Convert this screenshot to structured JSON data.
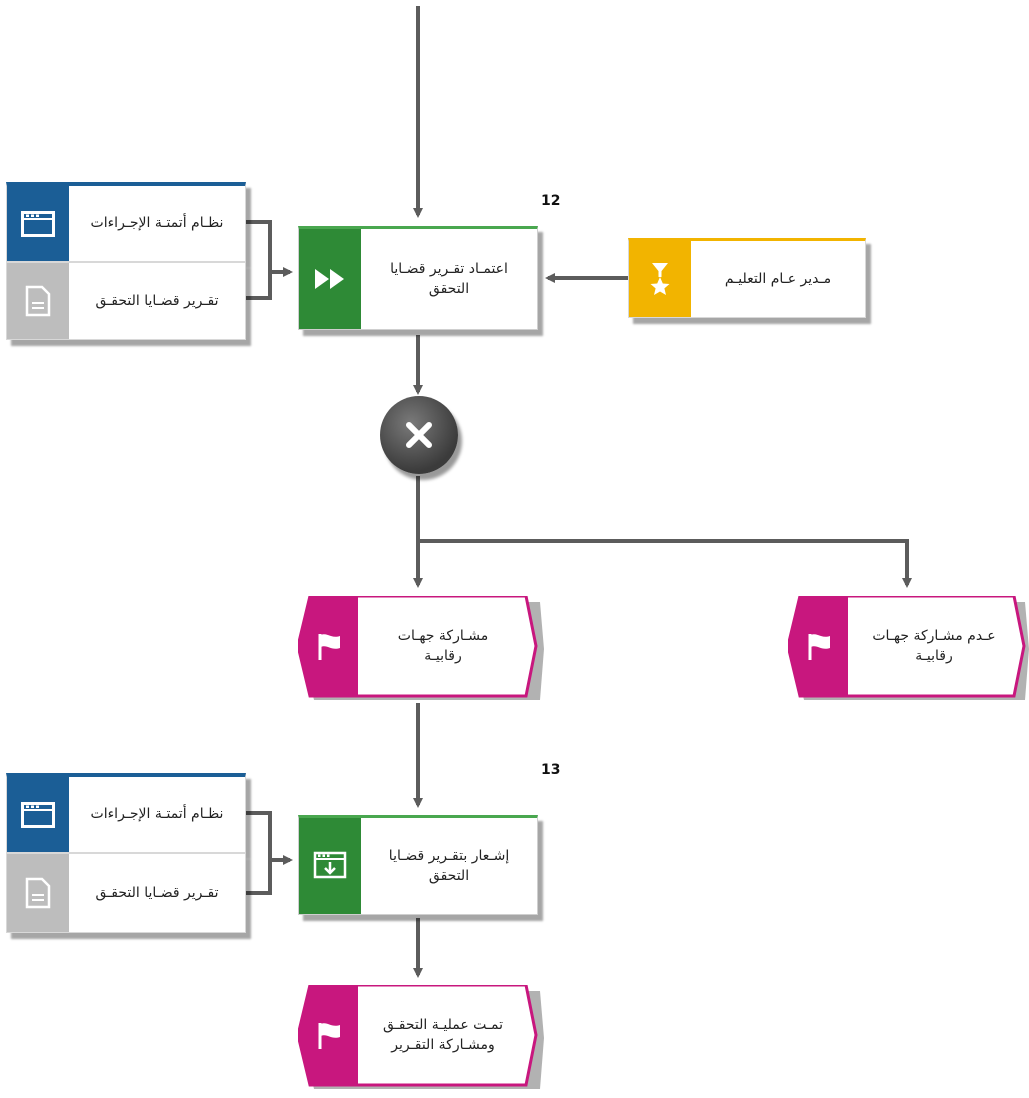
{
  "steps": {
    "step12": "12",
    "step13": "13"
  },
  "systems_top": {
    "system_label": "نظـام أتمتـة الإجـراءات",
    "document_label": "تقـرير قضـايا التحقـق"
  },
  "systems_bottom": {
    "system_label": "نظـام أتمتـة الإجـراءات",
    "document_label": "تقـرير قضـايا التحقـق"
  },
  "functions": {
    "approve_line1": "اعتمـاد تقـرير قضـايا",
    "approve_line2": "التحقق",
    "notify_line1": "إشـعار بتقـرير قضـايا",
    "notify_line2": "التحقق"
  },
  "role": {
    "label": "مـدير عـام التعليـم"
  },
  "events": {
    "share_line1": "مشـاركة جهـات",
    "share_line2": "رقابيـة",
    "noshare_line1": "عـدم مشـاركة جهـات",
    "noshare_line2": "رقابيـة",
    "done_line1": "تمـت عمليـة التحقـق",
    "done_line2": "ومشـاركة التقـرير"
  },
  "icons": {
    "system": "window-icon",
    "document": "document-icon",
    "approve": "fast-forward-icon",
    "notify": "notification-window-icon",
    "role": "position-star-icon",
    "event": "flag-icon",
    "gateway": "xor-gateway-icon"
  },
  "colors": {
    "system": "#1b5e96",
    "document": "#bdbdbd",
    "function": "#2e8a36",
    "role": "#f2b400",
    "event": "#c8177e",
    "connector": "#5c5c5c"
  }
}
